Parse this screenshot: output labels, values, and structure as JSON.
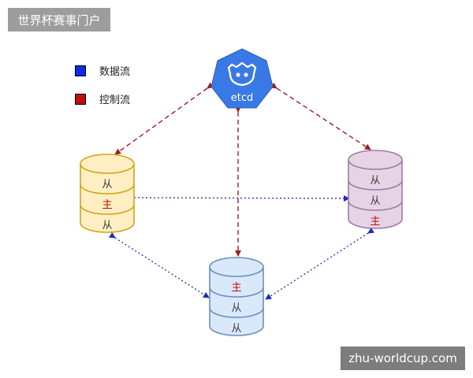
{
  "banner": {
    "title": "世界杯赛事门户"
  },
  "watermark": {
    "text": "zhu-worldcup.com"
  },
  "legend": {
    "items": [
      {
        "label": "数据流",
        "color": "#1029ef"
      },
      {
        "label": "控制流",
        "color": "#c20d0d"
      }
    ]
  },
  "etcd": {
    "label": "etcd",
    "color": "#3979e5",
    "icon": "etcd-robot-icon"
  },
  "nodes": {
    "left": {
      "roles": [
        "从",
        "主",
        "从"
      ],
      "fill": "#ffefc2",
      "stroke": "#d6a21e"
    },
    "right": {
      "roles": [
        "从",
        "从",
        "主"
      ],
      "fill": "#e6d4e6",
      "stroke": "#9d7da3"
    },
    "bottom": {
      "roles": [
        "主",
        "从",
        "从"
      ],
      "fill": "#d9e8fb",
      "stroke": "#6d8fbd"
    }
  },
  "colors": {
    "data_flow": "#1f2fb3",
    "control_flow": "#9c1f1f",
    "primary_text": "#c20d0d",
    "secondary_text": "#3a3a3a"
  }
}
